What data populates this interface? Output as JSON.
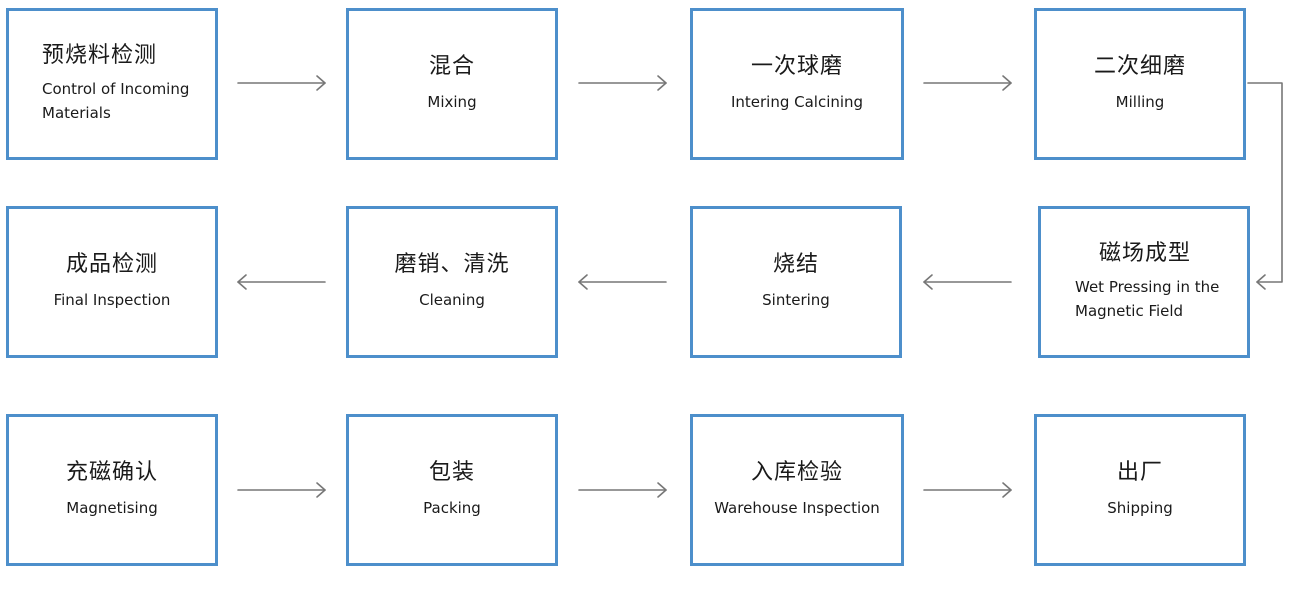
{
  "steps": [
    {
      "cn": "预烧料检测",
      "en": "Control of Incoming Materials"
    },
    {
      "cn": "混合",
      "en": "Mixing"
    },
    {
      "cn": "一次球磨",
      "en": "Intering Calcining"
    },
    {
      "cn": "二次细磨",
      "en": "Milling"
    },
    {
      "cn": "磁场成型",
      "en": "Wet Pressing in the Magnetic Field"
    },
    {
      "cn": "烧结",
      "en": "Sintering"
    },
    {
      "cn": "磨销、清洗",
      "en": "Cleaning"
    },
    {
      "cn": "成品检测",
      "en": "Final Inspection"
    },
    {
      "cn": "充磁确认",
      "en": "Magnetising"
    },
    {
      "cn": "包装",
      "en": "Packing"
    },
    {
      "cn": "入库检验",
      "en": "Warehouse Inspection"
    },
    {
      "cn": "出厂",
      "en": "Shipping"
    }
  ],
  "colors": {
    "border": "#4d8fcb",
    "arrow": "#666666"
  }
}
